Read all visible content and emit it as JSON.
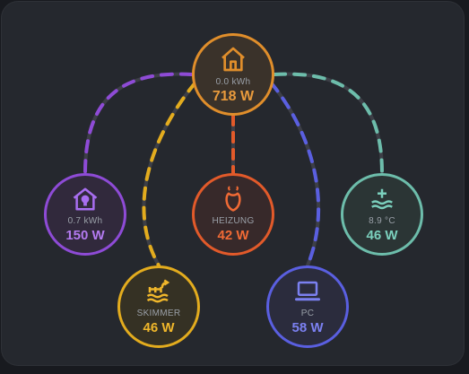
{
  "colors": {
    "home": "#e08e2b",
    "light": "#8e4bd6",
    "heizung": "#e25a2a",
    "pool": "#6dbdab",
    "skimmer": "#e3ac1e",
    "pc": "#5a5fe0"
  },
  "home": {
    "icon": "house-icon",
    "energy": "0.0 kWh",
    "power": "718 W"
  },
  "devices": [
    {
      "id": "light",
      "icon": "lightbulb-house-icon",
      "label": "0.7 kWh",
      "power": "150 W"
    },
    {
      "id": "heizung",
      "icon": "radiator-icon",
      "label": "HEIZUNG",
      "power": "42 W"
    },
    {
      "id": "pool",
      "icon": "pool-heater-icon",
      "label": "8.9 °C",
      "power": "46 W"
    },
    {
      "id": "skimmer",
      "icon": "pool-pump-icon",
      "label": "SKIMMER",
      "power": "46 W"
    },
    {
      "id": "pc",
      "icon": "laptop-icon",
      "label": "PC",
      "power": "58 W"
    }
  ]
}
